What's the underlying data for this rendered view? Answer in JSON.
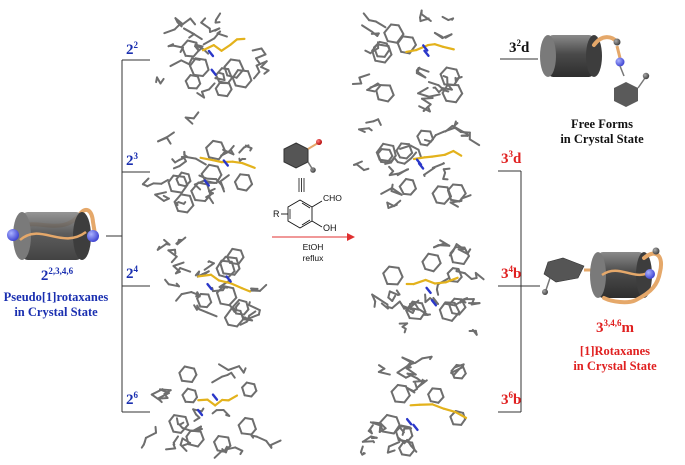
{
  "left": {
    "compound": {
      "base": "2",
      "sup": "2,3,4,6"
    },
    "caption": [
      "Pseudo[1]rotaxanes",
      "in Crystal State"
    ]
  },
  "branches": [
    {
      "base": "2",
      "sup": "2"
    },
    {
      "base": "2",
      "sup": "3"
    },
    {
      "base": "2",
      "sup": "4"
    },
    {
      "base": "2",
      "sup": "6"
    }
  ],
  "arrow": {
    "aldehyde": "CHO",
    "hydroxy": "OH",
    "r_group": "R",
    "solvent": "EtOH",
    "conditions": "reflux"
  },
  "free": {
    "compound": {
      "base": "3",
      "sup": "2",
      "suffix": "d"
    },
    "caption": [
      "Free Forms",
      "in Crystal State"
    ]
  },
  "products": [
    {
      "base": "3",
      "sup": "3",
      "suffix": "d"
    },
    {
      "base": "3",
      "sup": "4",
      "suffix": "b"
    },
    {
      "base": "3",
      "sup": "6",
      "suffix": "b"
    }
  ],
  "rotaxane": {
    "compound": {
      "base": "3",
      "sup": "3,4,6",
      "suffix": "m"
    },
    "caption": [
      "[1]Rotaxanes",
      "in Crystal State"
    ]
  },
  "colors": {
    "blue_label": "#1a2fb0",
    "red_label": "#e02020",
    "stick_gray": "#6e6e6e",
    "sulfur_yellow": "#e3b21c",
    "nitrogen_blue": "#2a37c9",
    "cylinder": "#5c5c5c",
    "linker_orange": "#e5a86a",
    "arrow_red": "#e03030"
  }
}
